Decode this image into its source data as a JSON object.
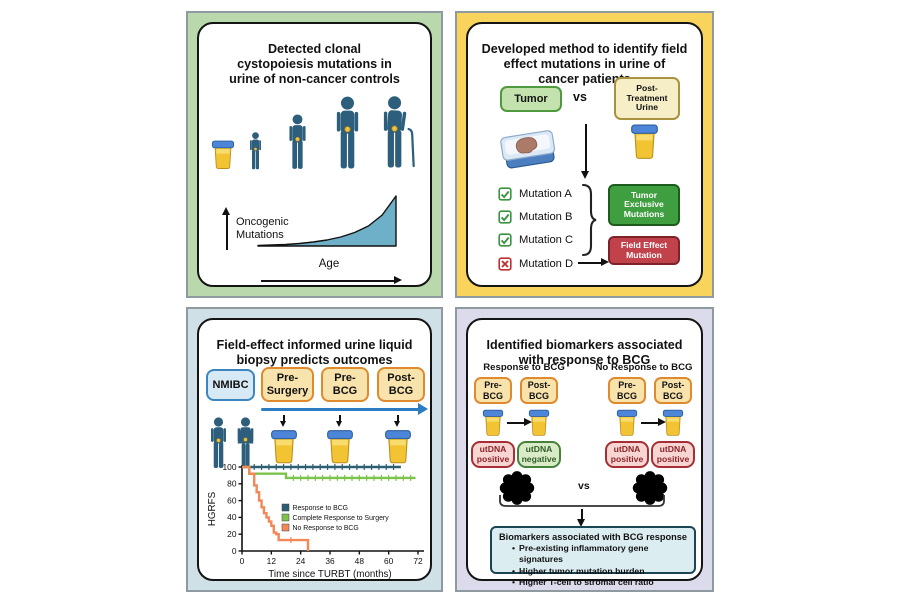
{
  "clonal": {
    "title": "Detected clonal\ncystopoiesis mutations in\nurine of non-cancer controls"
  },
  "method": {
    "title": "Developed method to identify field\neffect mutations in urine of\ncancer patients",
    "tumor_label": "Tumor",
    "vs_label": "vs",
    "post_treatment_label": "Post-\nTreatment\nUrine",
    "mutations": [
      {
        "label": "Mutation A",
        "status": "detected-in-both"
      },
      {
        "label": "Mutation B",
        "status": "detected-in-both"
      },
      {
        "label": "Mutation C",
        "status": "detected-in-both"
      },
      {
        "label": "Mutation D",
        "status": "absent-in-tumor"
      }
    ],
    "tumor_exclusive_label": "Tumor\nExclusive\nMutations",
    "field_effect_label": "Field Effect\nMutation"
  },
  "biopsy": {
    "title": "Field-effect informed urine liquid\nbiopsy predicts outcomes",
    "timeline": [
      {
        "label": "NMIBC",
        "style": "blue"
      },
      {
        "label": "Pre-\nSurgery",
        "style": "orange"
      },
      {
        "label": "Pre-\nBCG",
        "style": "orange"
      },
      {
        "label": "Post-\nBCG",
        "style": "orange"
      }
    ]
  },
  "biomarkers": {
    "title": "Identified biomarkers associated\nwith response to BCG",
    "vs_label": "vs",
    "columns": [
      {
        "header": "Response to BCG",
        "pre_label": "Pre-\nBCG",
        "post_label": "Post-\nBCG",
        "pre_utdna": {
          "text": "utDNA\npositive",
          "status": "positive"
        },
        "post_utdna": {
          "text": "utDNA\nnegative",
          "status": "negative"
        }
      },
      {
        "header": "No Response to BCG",
        "pre_label": "Pre-\nBCG",
        "post_label": "Post-\nBCG",
        "pre_utdna": {
          "text": "utDNA\npositive",
          "status": "positive"
        },
        "post_utdna": {
          "text": "utDNA\npositive",
          "status": "positive"
        }
      }
    ],
    "summary_box": {
      "title": "Biomarkers associated with BCG response",
      "bullets": [
        "Pre-existing inflammatory gene signatures",
        "Higher tumor mutation burden",
        "Higher T-cell to stromal cell ratio"
      ]
    }
  },
  "colors": {
    "figure_teal": "#2d5e7c",
    "cup_lid_blue": "#4d86d8",
    "cup_body_yellow": "#f2c433",
    "tumor_exclusive_green": "#3f9e3f",
    "field_effect_red": "#c2424c",
    "utdna_positive_red": "#a62f35",
    "utdna_negative_green": "#47823c",
    "responder_blob": "#558ea1",
    "nonresponder_blob": "#f0a878",
    "timeline_arrow_blue": "#2b7cc2",
    "frame_top_left": "#b9d8ab",
    "frame_top_right": "#f8d45c",
    "frame_bottom_left": "#cfe0e6",
    "frame_bottom_right": "#dcdbec"
  },
  "chart_data": [
    {
      "id": "hgrfs-km",
      "type": "line",
      "subtype": "kaplan-meier-step",
      "title": "",
      "xlabel": "Time since TURBT (months)",
      "ylabel": "HGRFS",
      "xlim": [
        0,
        72
      ],
      "ylim": [
        0,
        100
      ],
      "xticks": [
        0,
        12,
        24,
        36,
        48,
        60,
        72
      ],
      "yticks": [
        0,
        20,
        40,
        60,
        80,
        100
      ],
      "grid": false,
      "legend_position": "center",
      "series": [
        {
          "name": "Response to BCG",
          "color": "#2d5f74",
          "step_points": [
            [
              0,
              100
            ],
            [
              65,
              100
            ]
          ],
          "censor_x": [
            5,
            8,
            11,
            14,
            17,
            20,
            23,
            26,
            29,
            32,
            35,
            38,
            41,
            44,
            47,
            50,
            53,
            56,
            59,
            62
          ]
        },
        {
          "name": "Complete Response to Surgery",
          "color": "#7dc24b",
          "step_points": [
            [
              0,
              100
            ],
            [
              3,
              92
            ],
            [
              18,
              87
            ],
            [
              71,
              87
            ]
          ],
          "censor_x": [
            21,
            24,
            27,
            30,
            33,
            36,
            39,
            42,
            45,
            48,
            51,
            54,
            57,
            60,
            63,
            66,
            69
          ]
        },
        {
          "name": "No Response to BCG",
          "color": "#f28757",
          "step_points": [
            [
              0,
              100
            ],
            [
              3,
              92
            ],
            [
              5,
              78
            ],
            [
              6,
              70
            ],
            [
              7,
              60
            ],
            [
              8,
              52
            ],
            [
              9,
              45
            ],
            [
              10,
              40
            ],
            [
              11,
              35
            ],
            [
              12,
              30
            ],
            [
              13,
              22
            ],
            [
              14,
              20
            ],
            [
              15,
              13
            ],
            [
              26,
              13
            ],
            [
              27,
              0
            ]
          ],
          "censor_x": [
            20
          ]
        }
      ]
    },
    {
      "id": "age-oncogenic-mutations",
      "type": "area",
      "xlabel": "Age",
      "ylabel": "Oncogenic\nMutations",
      "x": [
        0,
        10,
        20,
        30,
        40,
        50,
        60,
        70,
        80,
        90,
        100
      ],
      "y": [
        1,
        2,
        3,
        5,
        8,
        12,
        18,
        27,
        40,
        62,
        100
      ],
      "fill_color": "#6fb0c9"
    }
  ]
}
